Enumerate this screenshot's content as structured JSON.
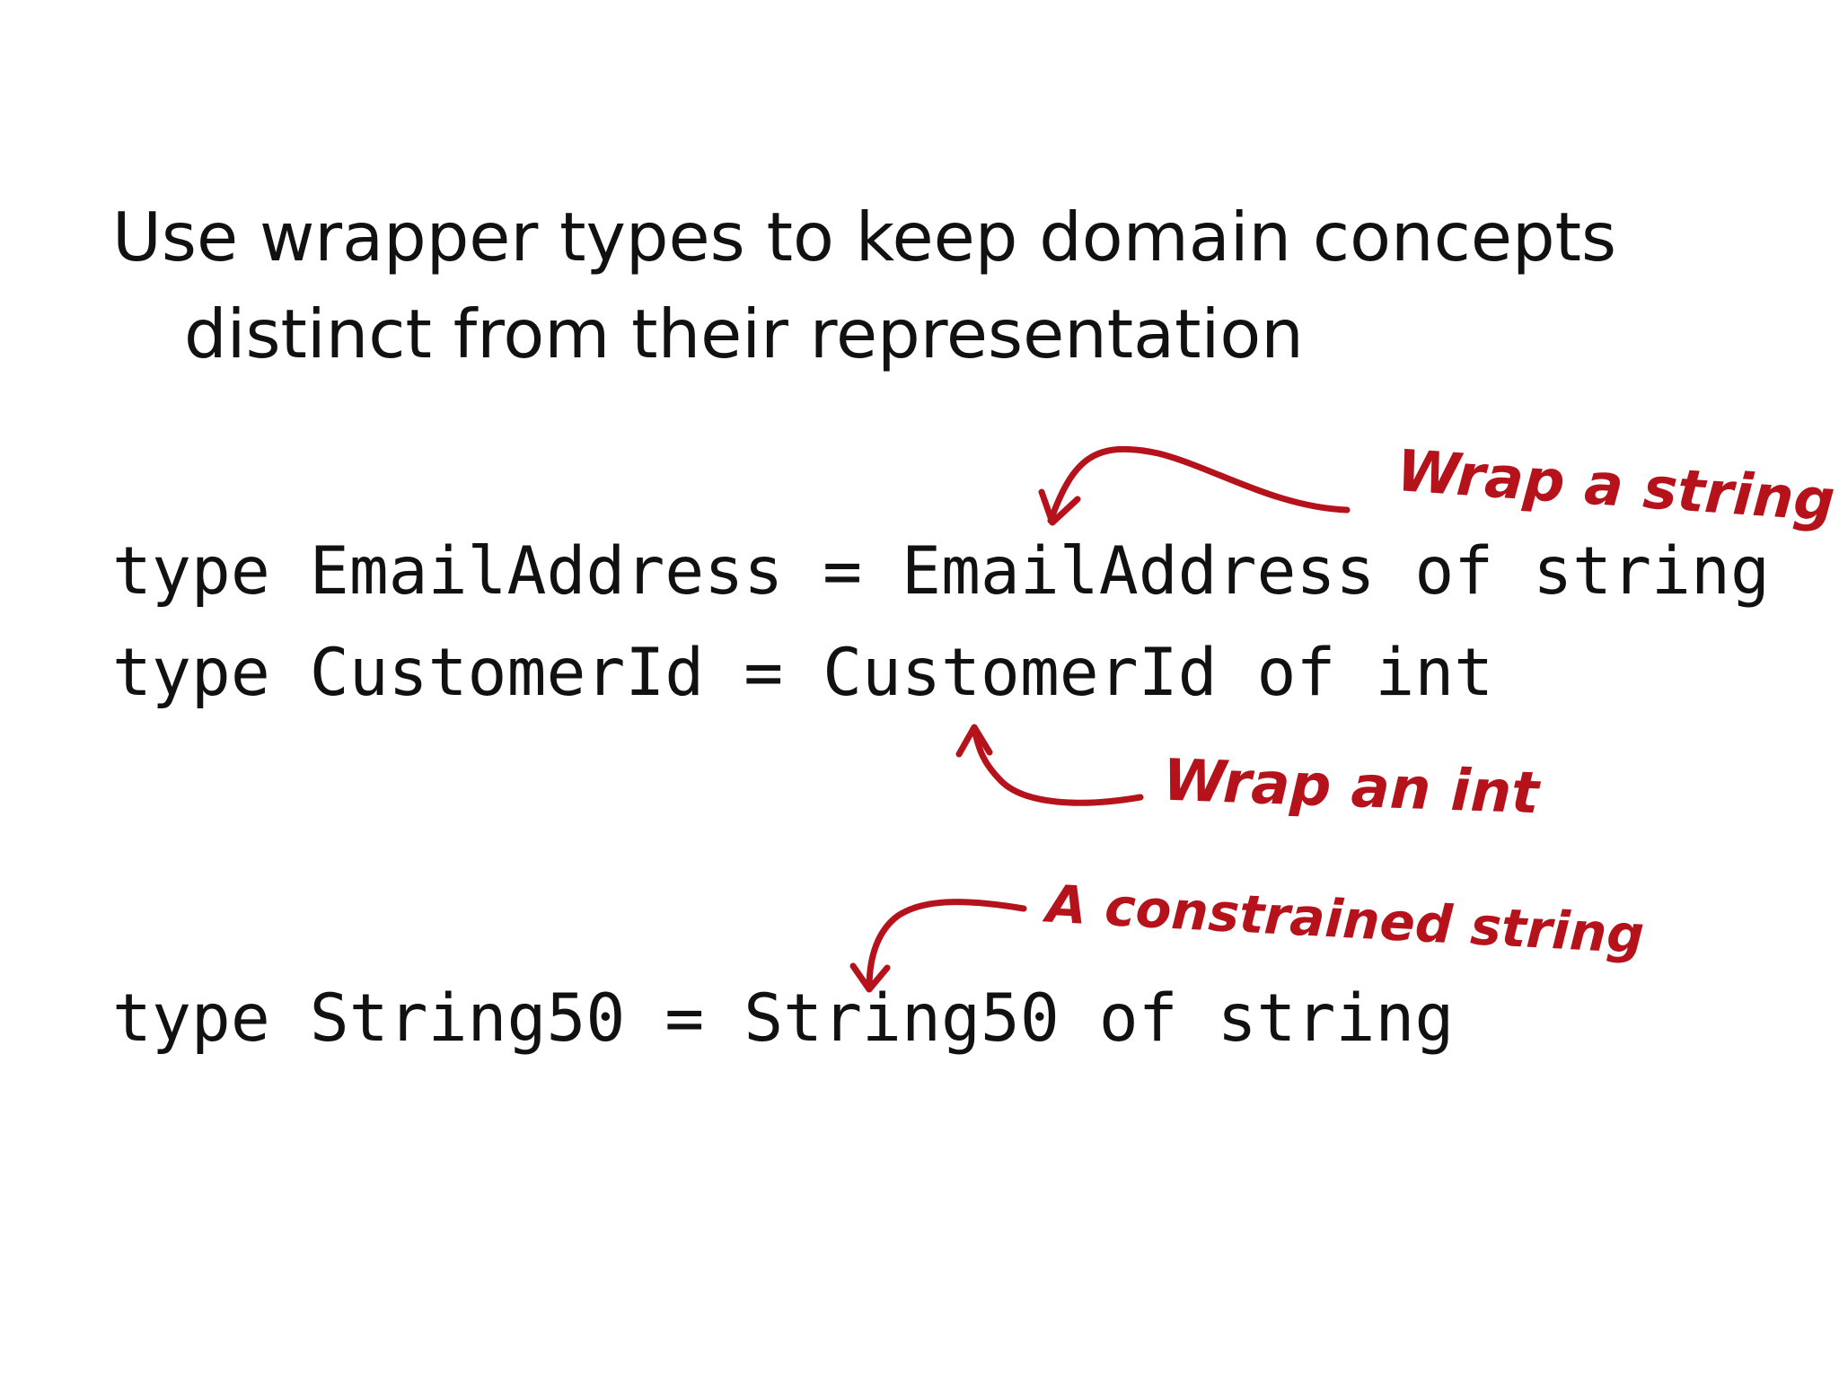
{
  "slide": {
    "heading_line1": "Use wrapper types to keep domain concepts",
    "heading_line2": "distinct from their representation",
    "code": [
      "type EmailAddress = EmailAddress of string",
      "type CustomerId = CustomerId of int",
      "type String50 = String50 of string"
    ],
    "annotations": [
      "Wrap a string",
      "Wrap an int",
      "A constrained string"
    ],
    "accent_color": "#b5121b"
  }
}
